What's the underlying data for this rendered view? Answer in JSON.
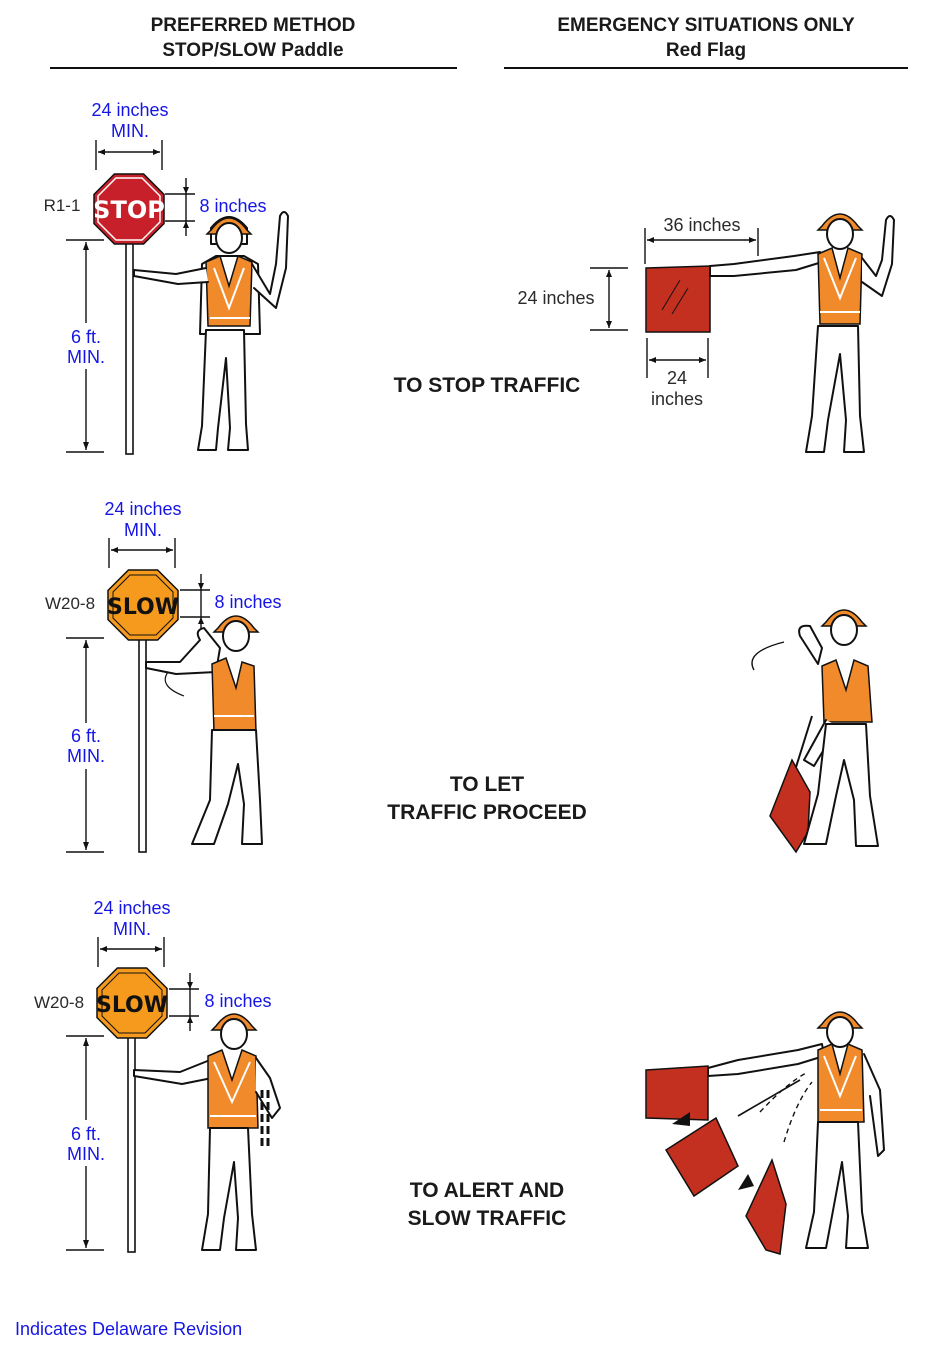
{
  "headers": {
    "left_line1": "PREFERRED METHOD",
    "left_line2": "STOP/SLOW Paddle",
    "right_line1": "EMERGENCY SITUATIONS ONLY",
    "right_line2": "Red Flag"
  },
  "rows": [
    {
      "caption_lines": [
        "TO STOP TRAFFIC"
      ],
      "sign_code": "R1-1",
      "sign_text": "STOP",
      "sign_color": "#c8202a",
      "sign_text_color": "#ffffff",
      "width_line1": "24 inches",
      "width_line2": "MIN.",
      "letter_height": "8 inches",
      "height_line1": "6 ft.",
      "height_line2": "MIN."
    },
    {
      "caption_lines": [
        "TO LET",
        "TRAFFIC PROCEED"
      ],
      "sign_code": "W20-8",
      "sign_text": "SLOW",
      "sign_color": "#f59a1d",
      "sign_text_color": "#111111",
      "width_line1": "24 inches",
      "width_line2": "MIN.",
      "letter_height": "8 inches",
      "height_line1": "6 ft.",
      "height_line2": "MIN."
    },
    {
      "caption_lines": [
        "TO ALERT AND",
        "SLOW TRAFFIC"
      ],
      "sign_code": "W20-8",
      "sign_text": "SLOW",
      "sign_color": "#f59a1d",
      "sign_text_color": "#111111",
      "width_line1": "24 inches",
      "width_line2": "MIN.",
      "letter_height": "8 inches",
      "height_line1": "6 ft.",
      "height_line2": "MIN."
    }
  ],
  "flag_dims": {
    "width": "36 inches",
    "height": "24 inches",
    "flag_width_line1": "24",
    "flag_width_line2": "inches"
  },
  "footer": "Indicates Delaware Revision",
  "colors": {
    "annotation_blue": "#1515e6",
    "flag_red": "#c4301f",
    "vest_orange": "#f08a2a"
  }
}
